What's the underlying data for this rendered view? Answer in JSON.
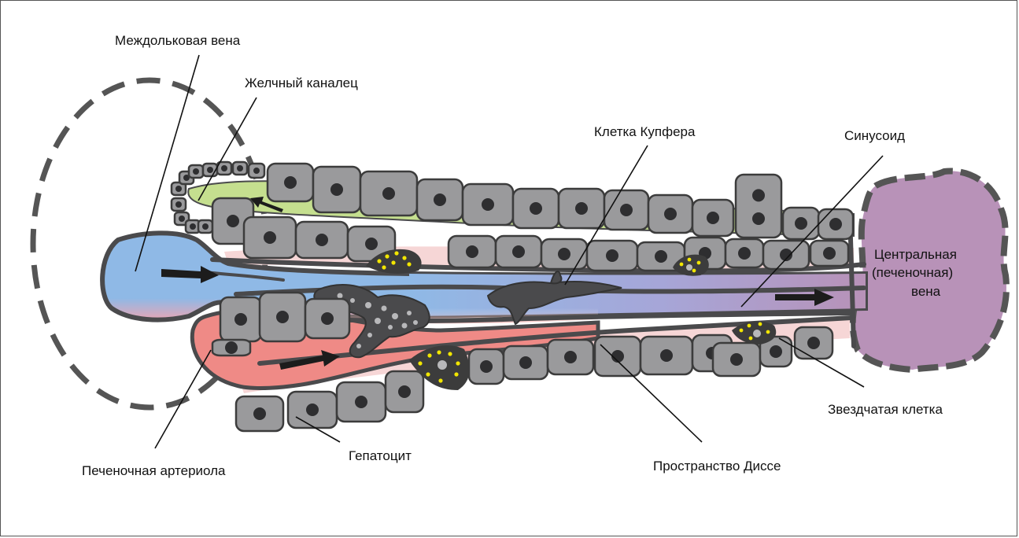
{
  "labels": {
    "interlobular_vein": "Междольковая вена",
    "bile_canaliculus": "Желчный каналец",
    "kupffer_cell": "Клетка Купфера",
    "sinusoid": "Синусоид",
    "central_vein_line1": "Центральная",
    "central_vein_line2": "(печеночная)",
    "central_vein_line3": "вена",
    "stellate_cell": "Звездчатая клетка",
    "hepatocyte": "Гепатоцит",
    "hepatic_arteriole": "Печеночная артериола",
    "space_of_disse": "Пространство Диссе"
  },
  "colors": {
    "hepatocyte_fill": "#9a9a9c",
    "hepatocyte_stroke": "#3c3c3c",
    "nucleus": "#2e2e30",
    "bile_duct": "#c5df8f",
    "portal_blood": "#8fb9e6",
    "arterial_blood": "#ef8a86",
    "central_vein": "#b892b8",
    "disse_space": "#f6d6d6",
    "endothelium": "#4a4a4c",
    "stellate_lipid": "#f2e600",
    "dashed_outline": "#555555"
  }
}
